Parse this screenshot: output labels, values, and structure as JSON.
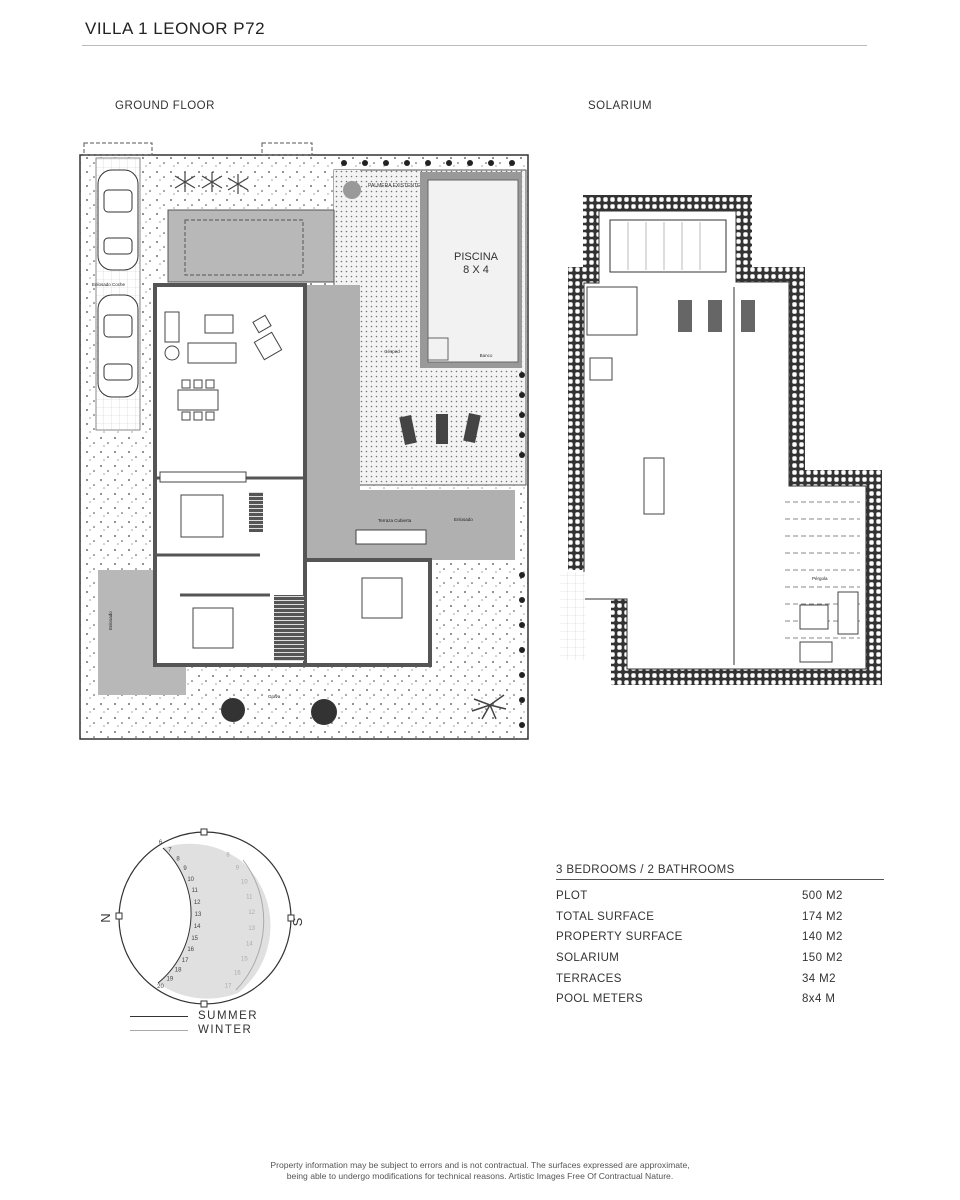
{
  "title": "VILLA 1 LEONOR P72",
  "sections": {
    "ground_floor": "GROUND FLOOR",
    "solarium": "SOLARIUM"
  },
  "ground_plan_labels": {
    "pool": "PISCINA",
    "pool_size": "8 X 4",
    "palm": "PALMERA EXISTENTE",
    "lawn": "Césped",
    "covered_terrace": "Terraza Cubierta",
    "paving": "Enlosado",
    "car_paving": "Enlosado Coche",
    "side_paving": "Enlosado",
    "gravel": "Grava",
    "bench": "Banco"
  },
  "solarium_labels": {
    "pergola": "Pérgola"
  },
  "compass": {
    "north": "N",
    "south": "S",
    "summer_hours": [
      "6",
      "7",
      "8",
      "9",
      "10",
      "11",
      "12",
      "13",
      "14",
      "15",
      "16",
      "17",
      "18",
      "19",
      "20"
    ],
    "winter_hours": [
      "8",
      "9",
      "10",
      "11",
      "12",
      "13",
      "14",
      "15",
      "16",
      "17"
    ],
    "legend": [
      {
        "label": "SUMMER",
        "color": "#333333"
      },
      {
        "label": "WINTER",
        "color": "#aaaaaa"
      }
    ]
  },
  "specs": {
    "header": "3 BEDROOMS / 2 BATHROOMS",
    "rows": [
      {
        "label": "PLOT",
        "value": "500 M2"
      },
      {
        "label": "TOTAL SURFACE",
        "value": "174 M2"
      },
      {
        "label": "PROPERTY SURFACE",
        "value": "140 M2"
      },
      {
        "label": "SOLARIUM",
        "value": "150 M2"
      },
      {
        "label": "TERRACES",
        "value": "34 M2"
      },
      {
        "label": "POOL METERS",
        "value": "8x4 M"
      }
    ]
  },
  "footer": {
    "line1": "Property information may be subject to errors and is not contractual. The surfaces expressed are approximate,",
    "line2": "being able to undergo modifications for technical reasons. Artistic Images Free Of Contractual Nature."
  }
}
